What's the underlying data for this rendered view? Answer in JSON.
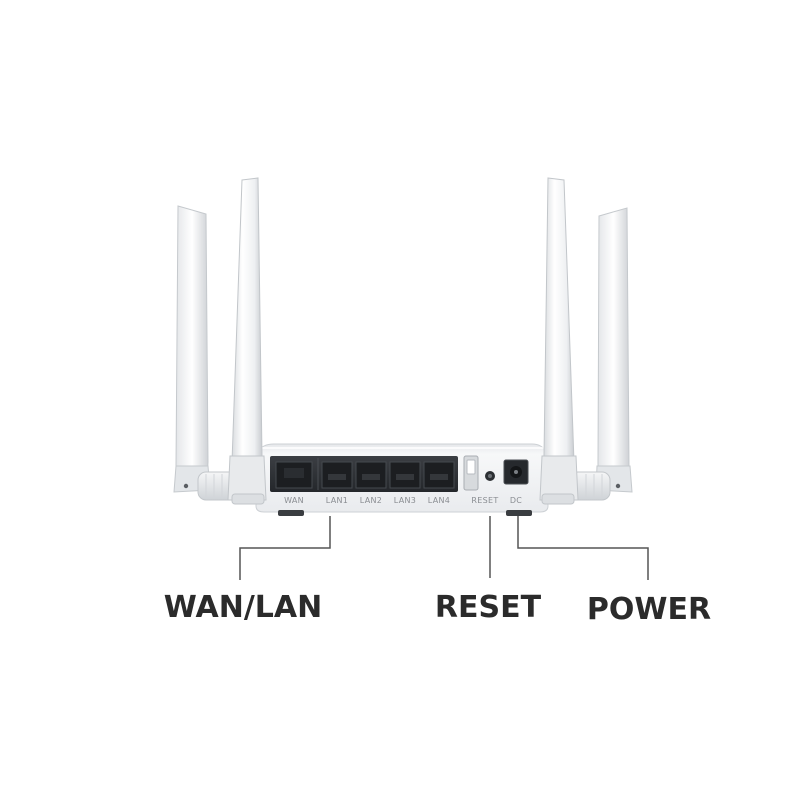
{
  "ports": {
    "wan": "WAN",
    "lan1": "LAN1",
    "lan2": "LAN2",
    "lan3": "LAN3",
    "lan4": "LAN4",
    "reset": "RESET",
    "dc": "DC"
  },
  "callouts": {
    "wan_lan": "WAN/LAN",
    "reset": "RESET",
    "power": "POWER"
  },
  "colors": {
    "background": "#ffffff",
    "body": "#f2f3f5",
    "antenna": "#f4f5f7",
    "port_panel": "#2f3236",
    "callout_line": "#555555",
    "label_text": "#2b2b2b"
  }
}
